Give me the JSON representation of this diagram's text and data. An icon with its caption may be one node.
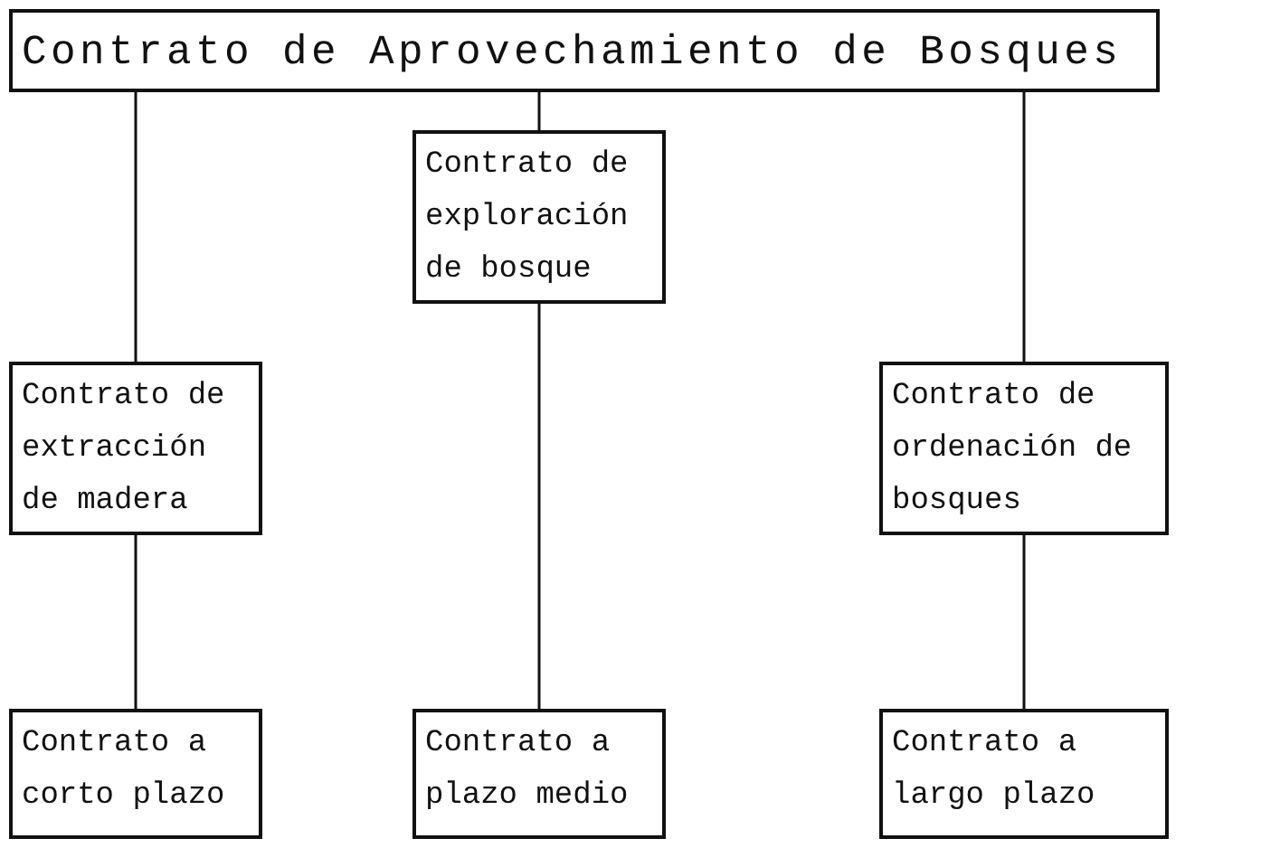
{
  "diagram": {
    "nodes": [
      {
        "text": [
          "Contrato de Aprovechamiento de Bosques"
        ]
      },
      {
        "text": [
          "Contrato de exploración de bosque"
        ]
      },
      {
        "text": [
          "Contrato de extracción de madera"
        ]
      },
      {
        "text": [
          "Contrato de ordenación de bosques"
        ]
      },
      {
        "text": [
          "Contrato a corto plazo"
        ]
      },
      {
        "text": [
          "Contrato a plazo medio"
        ]
      },
      {
        "text": [
          "Contrato a largo plazo"
        ]
      }
    ],
    "edges": [
      {
        "from": 0,
        "to": 2,
        "arrow": "none"
      },
      {
        "from": 0,
        "to": 1,
        "arrow": "none"
      },
      {
        "from": 0,
        "to": 3,
        "arrow": "none"
      },
      {
        "from": 2,
        "to": 4,
        "arrow": "none"
      },
      {
        "from": 1,
        "to": 5,
        "arrow": "none"
      },
      {
        "from": 3,
        "to": 6,
        "arrow": "none"
      }
    ]
  }
}
